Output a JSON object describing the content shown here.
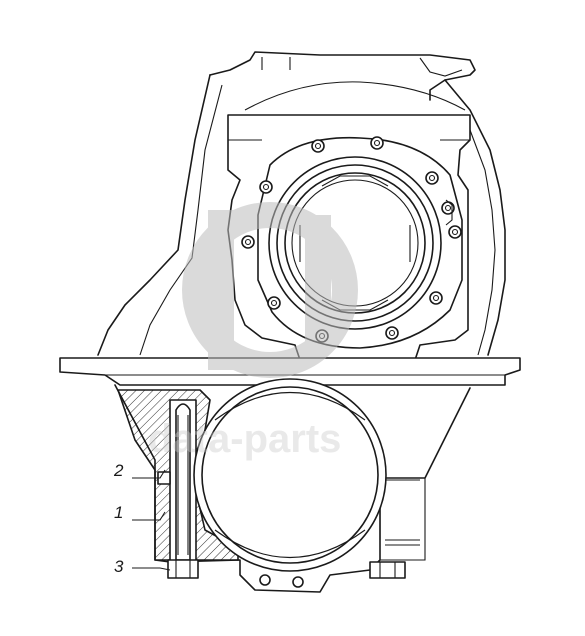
{
  "callouts": [
    {
      "number": "2"
    },
    {
      "number": "1"
    },
    {
      "number": "3"
    }
  ],
  "watermark": {
    "text": "data-parts",
    "color": "#c9c9c9"
  },
  "colors": {
    "line": "#1a1a1a",
    "background": "#ffffff"
  }
}
